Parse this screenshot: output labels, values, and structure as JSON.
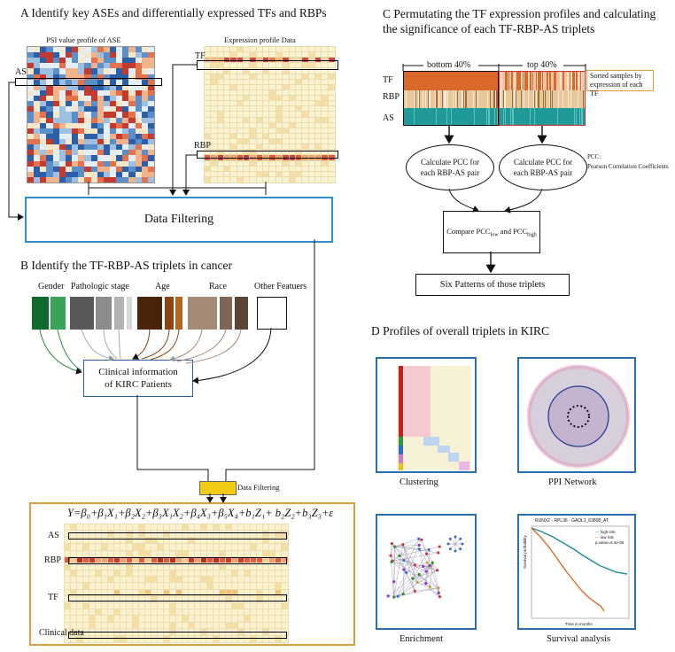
{
  "panel_a": {
    "title": "A  Identify key ASEs and differentially expressed TFs and RBPs",
    "psi_label": "PSI value profile of ASE",
    "expr_label": "Expression profile Data",
    "as_tag": "AS",
    "tf_tag": "TF",
    "rbp_tag": "RBP",
    "filter_box": "Data Filtering"
  },
  "panel_b": {
    "title": "B  Identify the TF-RBP-AS triplets in cancer",
    "categories": [
      "Gender",
      "Pathologic stage",
      "Age",
      "Race",
      "Other Featuers"
    ],
    "clinical_box_line1": "Clinical information",
    "clinical_box_line2": "of KIRC Patients",
    "filter_tag": "Data Filtering",
    "formula": "Y=β₀+β₁X₁+β₂X₂+β₃X₁X₂+β₄X₃+β₅X₄+b₁Z₁+ b₂Z₂+b₃Z₃+ε",
    "rows": [
      "AS",
      "RBP",
      "TF",
      "Clinical data"
    ]
  },
  "panel_c": {
    "title_line1": "C  Permutating the TF expression profiles and calculating",
    "title_line2": "the significance of each TF-RBP-AS triplets",
    "bottom_label": "bottom 40%",
    "top_label": "top 40%",
    "row_labels": [
      "TF",
      "RBP",
      "AS"
    ],
    "sorted_note_line1": "Sorted samples by",
    "sorted_note_line2": "expression of each TF",
    "calc_line1": "Calculate PCC for",
    "calc_line2": "each RBP-AS pair",
    "pcc_line1": "PCC:",
    "pcc_line2": "Pearson Correlation Coefficients",
    "compare_text": "Compare PCC",
    "compare_sub1": "low",
    "compare_and": " and PCC",
    "compare_sub2": "high",
    "six_patterns": "Six Patterns of those triplets"
  },
  "panel_d": {
    "title": "D  Profiles of overall triplets in KIRC",
    "captions": [
      "Clustering",
      "PPI Network",
      "Enrichment",
      "Survival analysis"
    ],
    "survival": {
      "plot_title": "RUNX2 - RPL36 - GADL1_63808_AT",
      "legend": [
        "high risk",
        "low risk",
        "p.value=6.4e-06"
      ],
      "ylabel": "Survival probability",
      "xlabel": "Time in months"
    }
  },
  "colors": {
    "orange_box": "#e39b3c",
    "blue_box": "#2f8fd0",
    "red_line": "#d43030",
    "tf_orange": "#d9692a",
    "as_teal": "#1f9a98",
    "filter_yellow": "#f2cb17",
    "thumb_border": "#2a6db0"
  }
}
